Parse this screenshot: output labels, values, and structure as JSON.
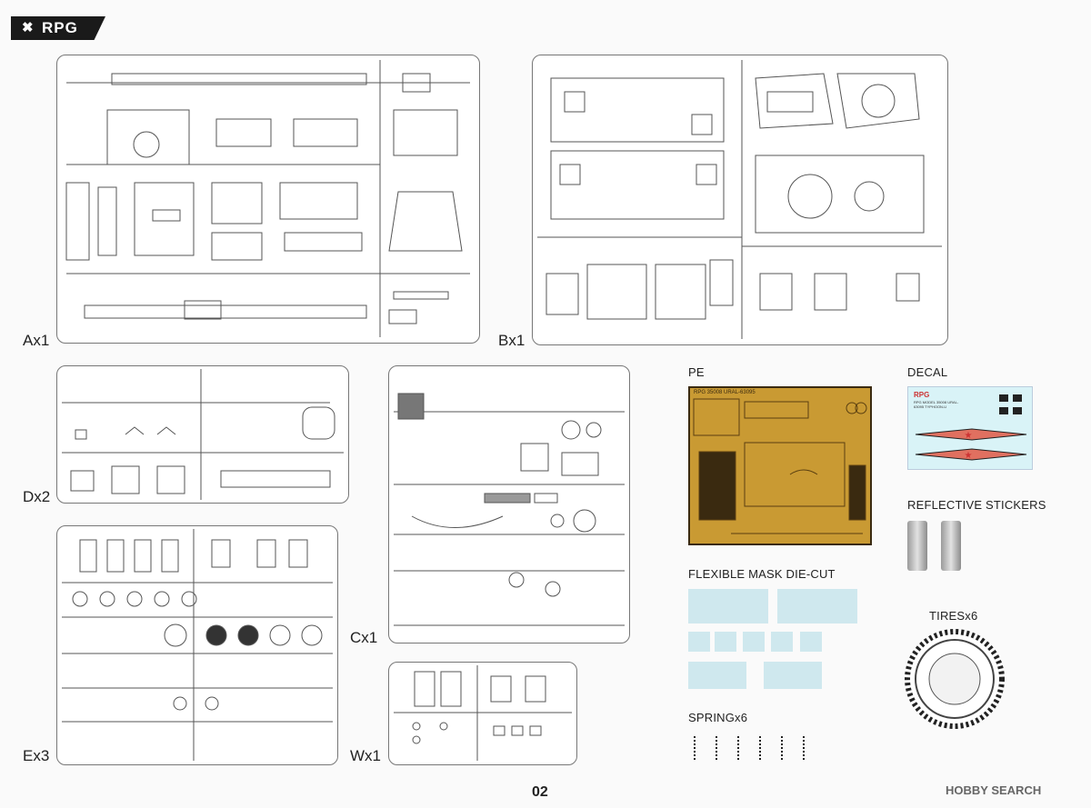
{
  "brand": {
    "logo": "RPG",
    "logo_mark": "✖"
  },
  "sprues": {
    "a": "Ax1",
    "b": "Bx1",
    "c": "Cx1",
    "d": "Dx2",
    "e": "Ex3",
    "w": "Wx1"
  },
  "extras": {
    "pe": "PE",
    "pe_text": "RPG 35008 URAL-63095",
    "decal": "DECAL",
    "decal_text": "RPG MODEL 35008 URAL-63095 TYPHOON-U",
    "reflective": "REFLECTIVE STICKERS",
    "mask": "FLEXIBLE MASK DIE-CUT",
    "tires": "TIRESx6",
    "springs": "SPRINGx6"
  },
  "page_number": "02",
  "watermark": "HOBBY SEARCH",
  "colors": {
    "pe": "#c99a33",
    "decal_bg": "#d9f3f7",
    "decal_stripe": "#e07060",
    "mask": "#cfe8ee"
  }
}
